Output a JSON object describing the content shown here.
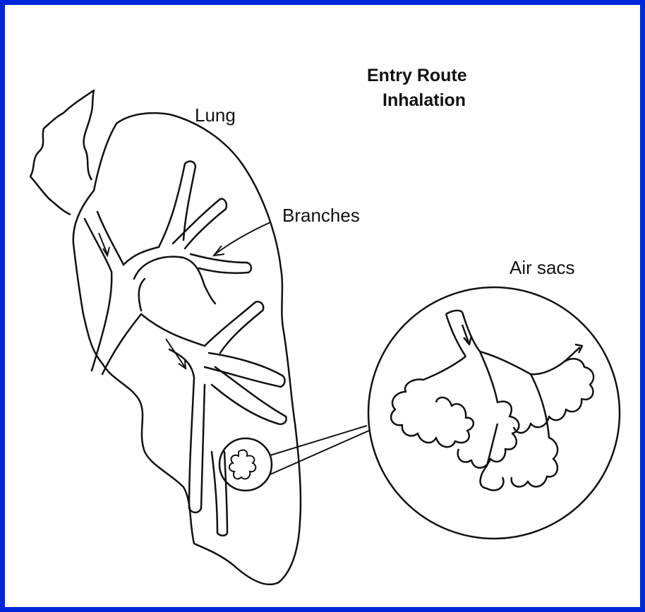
{
  "diagram": {
    "title_line1": "Entry Route",
    "title_line2": "Inhalation",
    "label_lung": "Lung",
    "label_branches": "Branches",
    "label_air_sacs": "Air sacs"
  },
  "colors": {
    "frame_border": "#0026d9",
    "ink": "#111111",
    "background": "#ffffff"
  }
}
